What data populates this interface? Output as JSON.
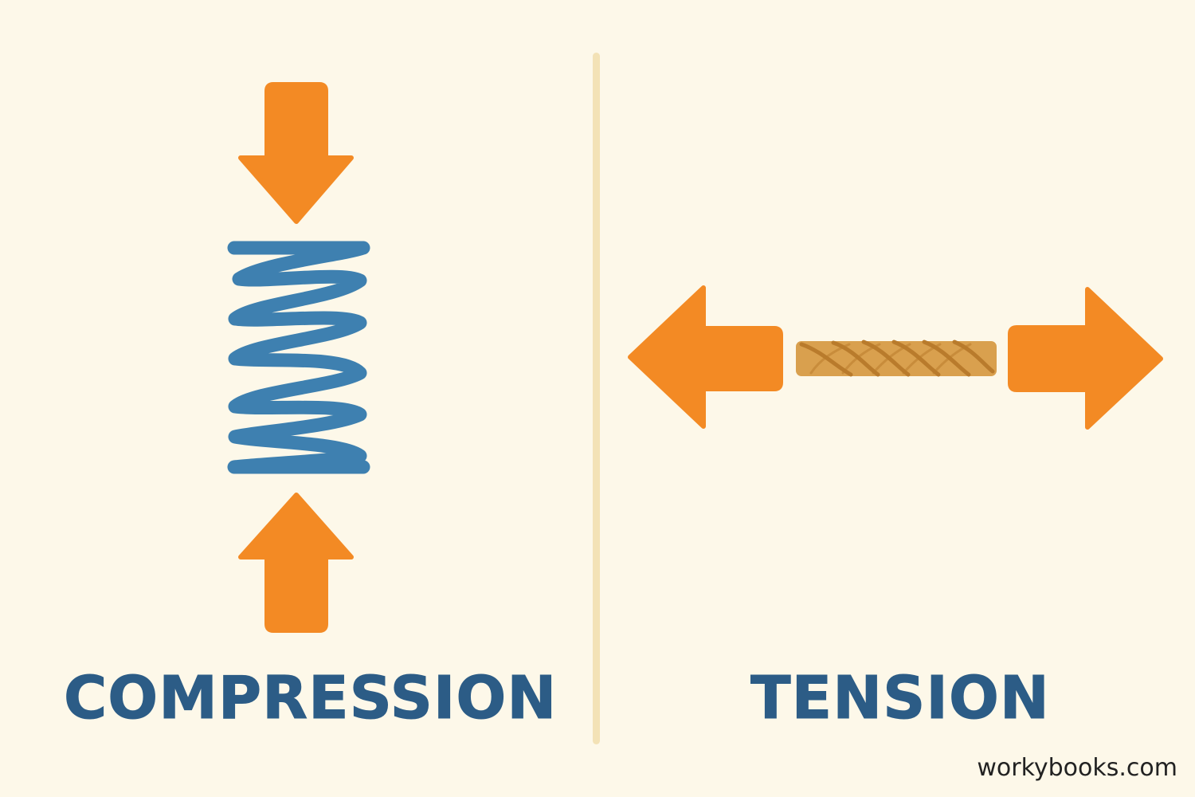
{
  "diagram": {
    "left_panel": {
      "label": "COMPRESSION",
      "object": "spring-icon",
      "force_arrows": [
        "arrow-down-icon",
        "arrow-up-icon"
      ]
    },
    "right_panel": {
      "label": "TENSION",
      "object": "rope-icon",
      "force_arrows": [
        "arrow-left-icon",
        "arrow-right-icon"
      ]
    },
    "watermark": "workybooks.com"
  },
  "colors": {
    "background": "#fdf8e9",
    "arrow": "#f38a24",
    "spring": "#3e80b0",
    "spring_light": "#7fa6c3",
    "rope": "#d9a04e",
    "rope_stripe": "#b97b2c",
    "label_text": "#2c5c86",
    "divider": "#f3e2b6"
  }
}
